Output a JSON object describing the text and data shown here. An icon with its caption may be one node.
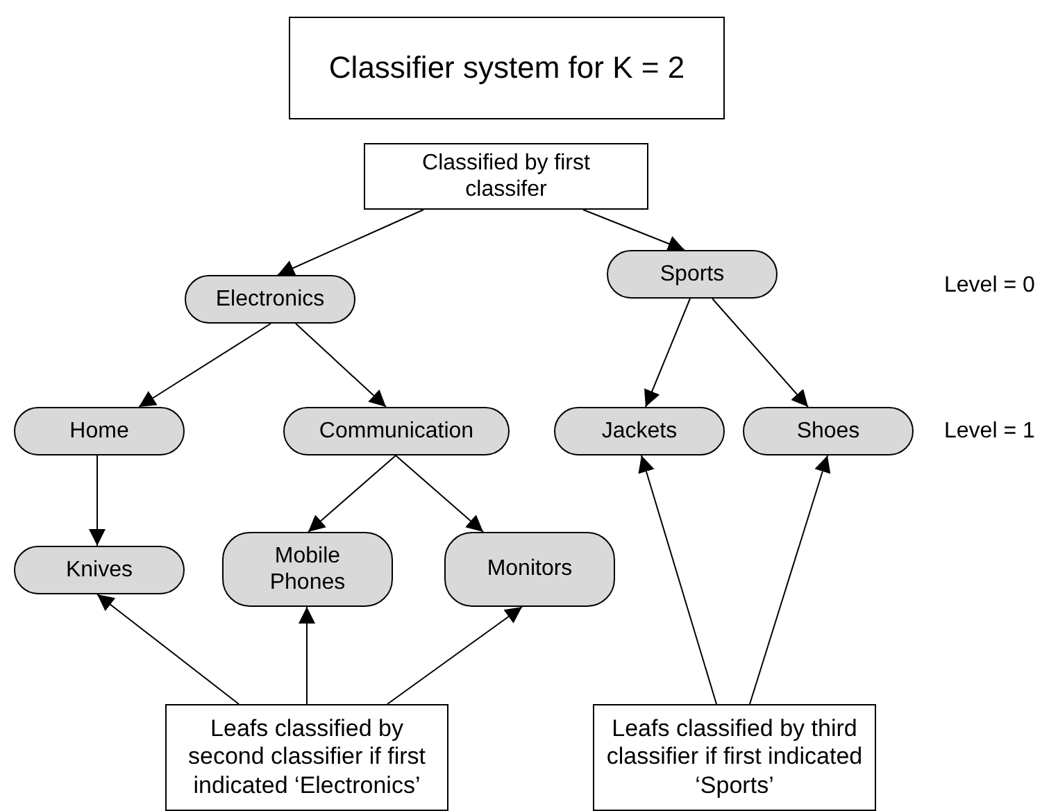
{
  "diagram": {
    "nodes": [
      {
        "text": [
          "Classifier system for K = 2"
        ]
      },
      {
        "text": [
          "Classified by first classifer"
        ]
      },
      {
        "text": [
          "Electronics"
        ]
      },
      {
        "text": [
          "Sports"
        ]
      },
      {
        "text": [
          "Home"
        ]
      },
      {
        "text": [
          "Communication"
        ]
      },
      {
        "text": [
          "Jackets"
        ]
      },
      {
        "text": [
          "Shoes"
        ]
      },
      {
        "text": [
          "Knives"
        ]
      },
      {
        "text": [
          "Mobile Phones"
        ]
      },
      {
        "text": [
          "Monitors"
        ]
      },
      {
        "text": [
          "Leafs classified by second classifier if first indicated ‘Electronics’"
        ]
      },
      {
        "text": [
          "Leafs classified by third classifier if first indicated ‘Sports’"
        ]
      }
    ],
    "edges": [
      {
        "from": 1,
        "to": 2,
        "arrow": "to"
      },
      {
        "from": 1,
        "to": 3,
        "arrow": "to"
      },
      {
        "from": 2,
        "to": 4,
        "arrow": "to"
      },
      {
        "from": 2,
        "to": 5,
        "arrow": "to"
      },
      {
        "from": 3,
        "to": 6,
        "arrow": "to"
      },
      {
        "from": 3,
        "to": 7,
        "arrow": "to"
      },
      {
        "from": 4,
        "to": 8,
        "arrow": "to"
      },
      {
        "from": 5,
        "to": 9,
        "arrow": "to"
      },
      {
        "from": 5,
        "to": 10,
        "arrow": "to"
      },
      {
        "from": 11,
        "to": 8,
        "arrow": "to"
      },
      {
        "from": 11,
        "to": 9,
        "arrow": "to"
      },
      {
        "from": 11,
        "to": 10,
        "arrow": "to"
      },
      {
        "from": 12,
        "to": 6,
        "arrow": "to"
      },
      {
        "from": 12,
        "to": 7,
        "arrow": "to"
      }
    ],
    "labels": [
      "Level = 0",
      "Level = 1"
    ]
  }
}
